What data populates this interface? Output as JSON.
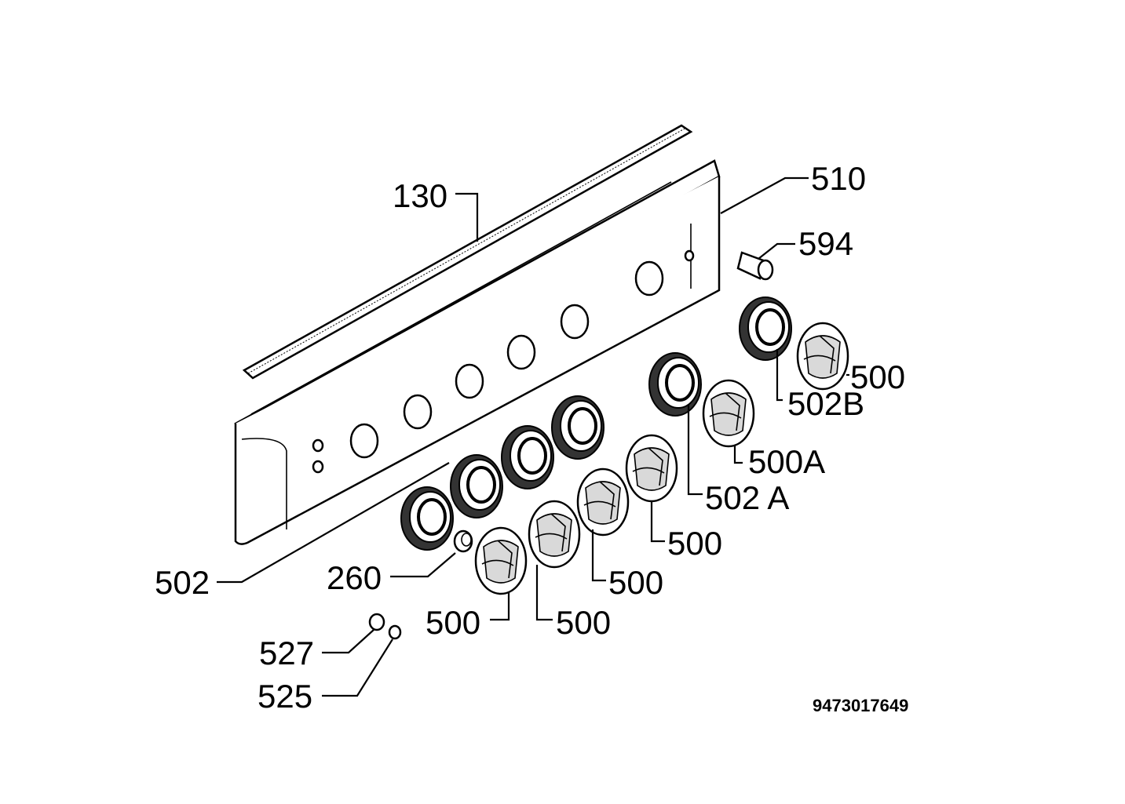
{
  "labels": {
    "p130": "130",
    "p510": "510",
    "p594": "594",
    "p500_r": "500",
    "p502b": "502B",
    "p500a": "500A",
    "p502a": "502 A",
    "p500_3": "500",
    "p500_2": "500",
    "p500_1b": "500",
    "p500_1a": "500",
    "p260": "260",
    "p502": "502",
    "p527": "527",
    "p525": "525"
  },
  "document_number": "9473017649",
  "colors": {
    "line": "#000000",
    "background": "#ffffff",
    "knob_shade": "#d9d9d9",
    "ring_dark": "#333333"
  }
}
